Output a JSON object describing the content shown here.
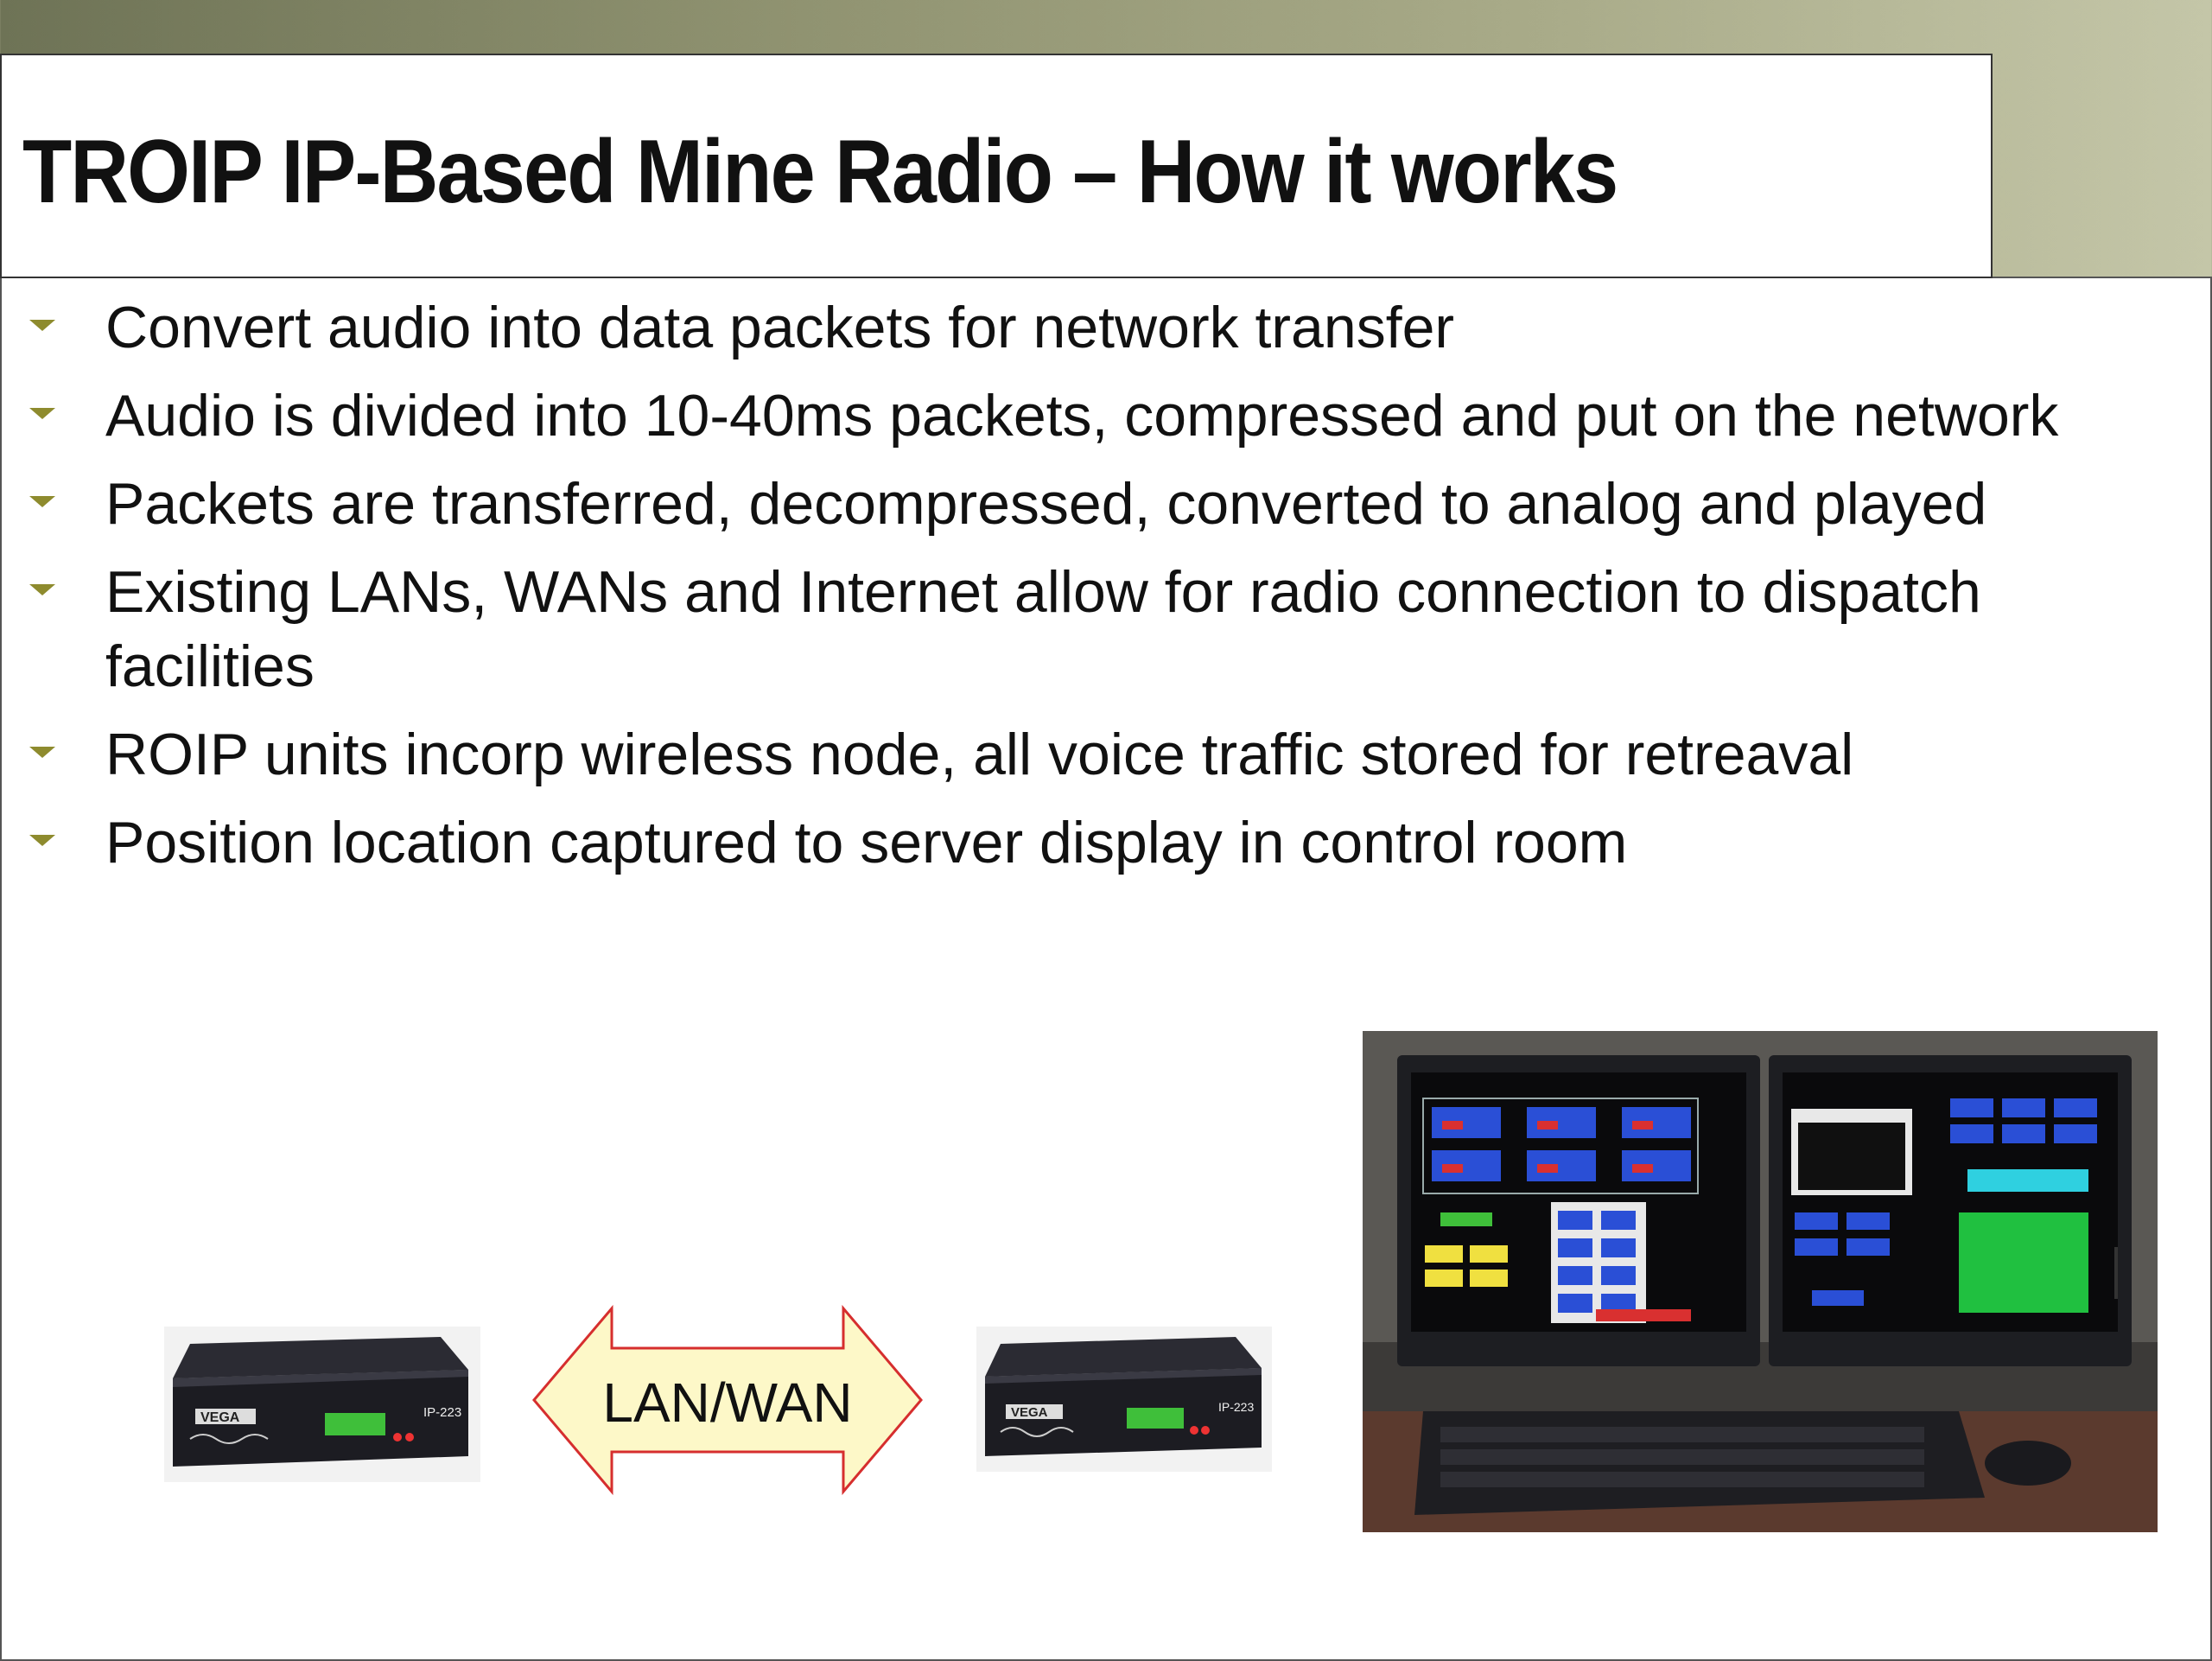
{
  "slide": {
    "title": "TROIP IP-Based Mine Radio – How it works",
    "bullets": [
      "Convert audio into data packets for network transfer",
      "Audio is divided into 10-40ms packets, compressed and put on the network",
      "Packets are transferred, decompressed, converted to analog and played",
      "Existing LANs, WANs and Internet allow for radio connection to dispatch facilities",
      "ROIP units incorp wireless node, all voice traffic stored for retreaval",
      "Position location captured to server display in control room"
    ],
    "bullet_icon": "triangle-down-icon",
    "colors": {
      "bullet_marker": "#8e8b2e",
      "arrow_fill": "#fdf8c8",
      "arrow_stroke": "#d62e2e",
      "device_lcd": "#3fbf3a"
    }
  },
  "diagram": {
    "link_label": "LAN/WAN",
    "device_left": {
      "brand": "VEGA",
      "model": "IP-223"
    },
    "device_right": {
      "brand": "VEGA",
      "model": "IP-223"
    }
  }
}
